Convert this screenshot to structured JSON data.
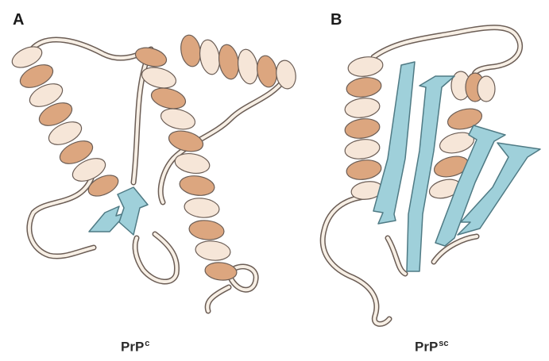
{
  "panels": [
    {
      "letter": "A",
      "caption_main": "PrP",
      "caption_sup": "c"
    },
    {
      "letter": "B",
      "caption_main": "PrP",
      "caption_sup": "sc"
    }
  ],
  "colors": {
    "helix_front": "#dca67f",
    "helix_back": "#f6e6d8",
    "coil_fill": "#f7efe5",
    "outline": "#6b5d55",
    "sheet_fill": "#9fd0da",
    "sheet_outline": "#4f7a84"
  }
}
